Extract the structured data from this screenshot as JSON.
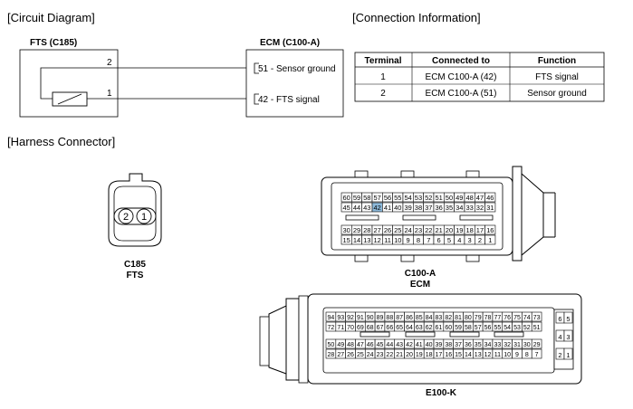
{
  "headings": {
    "circuit": "[Circuit Diagram]",
    "connection": "[Connection Information]",
    "harness": "[Harness Connector]"
  },
  "circuit": {
    "fts_title": "FTS (C185)",
    "ecm_title": "ECM (C100-A)",
    "wire_top_num": "2",
    "wire_bottom_num": "1",
    "pin_a_label": "51 - Sensor ground",
    "pin_b_label": "42 - FTS signal"
  },
  "table": {
    "headers": [
      "Terminal",
      "Connected to",
      "Function"
    ],
    "rows": [
      [
        "1",
        "ECM C100-A (42)",
        "FTS signal"
      ],
      [
        "2",
        "ECM C100-A (51)",
        "Sensor ground"
      ]
    ]
  },
  "fts_connector": {
    "pins": [
      "2",
      "1"
    ],
    "label_code": "C185",
    "label_name": "FTS"
  },
  "ecm_a": {
    "highlight_color": "#8db9da",
    "highlight_pin": "42",
    "row1": [
      "60",
      "59",
      "58",
      "57",
      "56",
      "55",
      "54",
      "53",
      "52",
      "51",
      "50",
      "49",
      "48",
      "47",
      "46"
    ],
    "row2": [
      "45",
      "44",
      "43",
      "42",
      "41",
      "40",
      "39",
      "38",
      "37",
      "36",
      "35",
      "34",
      "33",
      "32",
      "31"
    ],
    "row3": [
      "30",
      "29",
      "28",
      "27",
      "26",
      "25",
      "24",
      "23",
      "22",
      "21",
      "20",
      "19",
      "18",
      "17",
      "16"
    ],
    "row4": [
      "15",
      "14",
      "13",
      "12",
      "11",
      "10",
      "9",
      "8",
      "7",
      "6",
      "5",
      "4",
      "3",
      "2",
      "1"
    ],
    "label_code": "C100-A",
    "label_name": "ECM"
  },
  "ecm_k": {
    "row1": [
      "94",
      "93",
      "92",
      "91",
      "90",
      "89",
      "88",
      "87",
      "86",
      "85",
      "84",
      "83",
      "82",
      "81",
      "80",
      "79",
      "78",
      "77",
      "76",
      "75",
      "74",
      "73"
    ],
    "row2": [
      "72",
      "71",
      "70",
      "69",
      "68",
      "67",
      "66",
      "65",
      "64",
      "63",
      "62",
      "61",
      "60",
      "59",
      "58",
      "57",
      "56",
      "55",
      "54",
      "53",
      "52",
      "51"
    ],
    "row3": [
      "50",
      "49",
      "48",
      "47",
      "46",
      "45",
      "44",
      "43",
      "42",
      "41",
      "40",
      "39",
      "38",
      "37",
      "36",
      "35",
      "34",
      "33",
      "32",
      "31",
      "30",
      "29"
    ],
    "row4": [
      "28",
      "27",
      "26",
      "25",
      "24",
      "23",
      "22",
      "21",
      "20",
      "19",
      "18",
      "17",
      "16",
      "15",
      "14",
      "13",
      "12",
      "11",
      "10",
      "9",
      "8",
      "7"
    ],
    "side": [
      "6",
      "5",
      "4",
      "3",
      "2",
      "1"
    ],
    "label_code": "E100-K"
  }
}
